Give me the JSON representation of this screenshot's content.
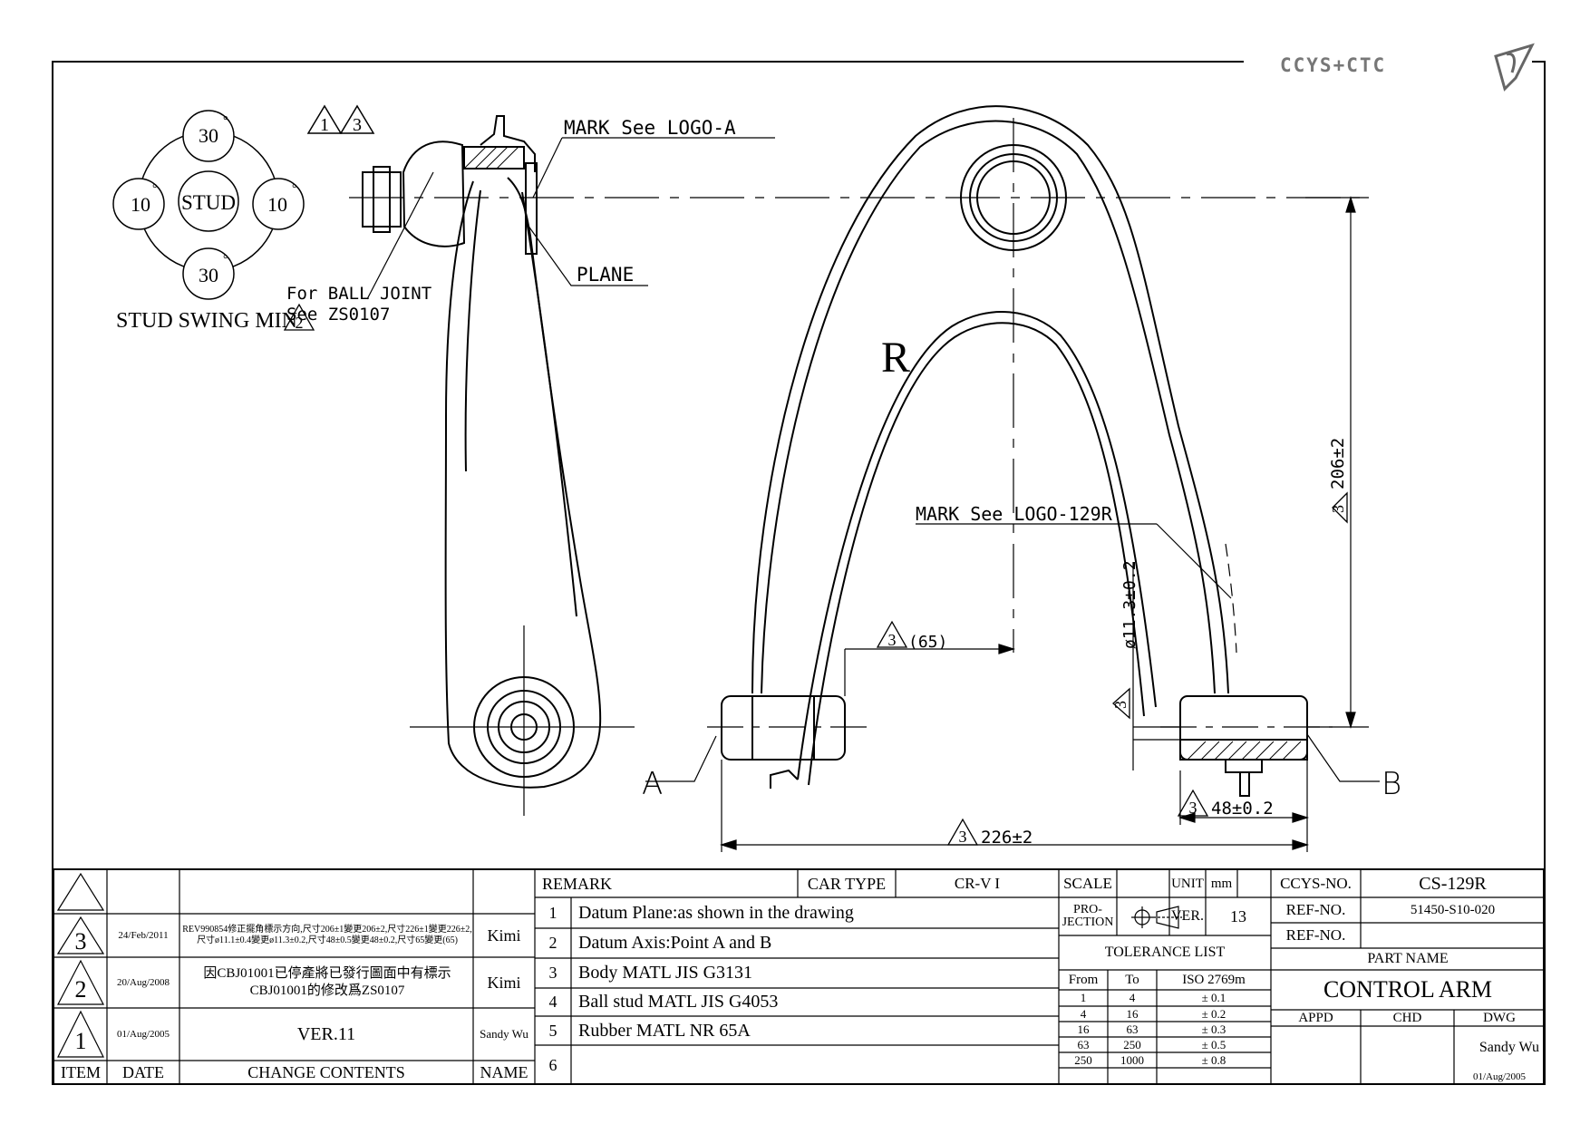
{
  "logo": {
    "text": "CCYS+CTC",
    "icon": "ccys-ctc-logo-icon"
  },
  "annotations": {
    "stud_swing": {
      "center": "STUD",
      "top": "30",
      "bottom": "30",
      "left": "10",
      "right": "10",
      "degree": "°",
      "caption": "STUD SWING MIN"
    },
    "rev_marks_top": [
      "1",
      "3"
    ],
    "mark_logo_a": "MARK See LOGO-A",
    "plane": "PLANE",
    "ball_joint_1": "For BALL JOINT",
    "ball_joint_2": "See ZS0107",
    "ball_joint_rev": "2",
    "view_letter": "R",
    "mark_logo_129r": "MARK See LOGO-129R",
    "dim_65": "(65)",
    "dim_65_rev": "3",
    "dim_206": "206±2",
    "dim_206_rev": "3",
    "dim_11": "ø11.3±0.2",
    "dim_11_rev": "3",
    "dim_48": "48±0.2",
    "dim_48_rev": "3",
    "dim_226": "226±2",
    "dim_226_rev": "3",
    "point_a": "A",
    "point_b": "B"
  },
  "revisions": {
    "headers": {
      "item": "ITEM",
      "date": "DATE",
      "contents": "CHANGE CONTENTS",
      "name": "NAME"
    },
    "rows": [
      {
        "rev": "3",
        "date": "24/Feb/2011",
        "contents": "REV990854修正擺角標示方向,尺寸206±1變更206±2,尺寸226±1變更226±2,尺寸ø11.1±0.4變更ø11.3±0.2,尺寸48±0.5變更48±0.2,尺寸65變更(65)",
        "name": "Kimi"
      },
      {
        "rev": "2",
        "date": "20/Aug/2008",
        "contents": "因CBJ01001已停產將已發行圖面中有標示CBJ01001的修改爲ZS0107",
        "name": "Kimi"
      },
      {
        "rev": "1",
        "date": "01/Aug/2005",
        "contents": "VER.11",
        "name": "Sandy Wu"
      }
    ]
  },
  "remarks": {
    "label": "REMARK",
    "car_type_label": "CAR TYPE",
    "car_type": "CR-V I",
    "items": [
      {
        "no": "1",
        "text": "Datum Plane:as shown in the drawing"
      },
      {
        "no": "2",
        "text": "Datum Axis:Point A and B"
      },
      {
        "no": "3",
        "text": "Body MATL JIS G3131"
      },
      {
        "no": "4",
        "text": "Ball stud MATL JIS G4053"
      },
      {
        "no": "5",
        "text": "Rubber MATL NR 65A"
      },
      {
        "no": "6",
        "text": ""
      }
    ]
  },
  "info": {
    "scale_label": "SCALE",
    "scale": "",
    "unit_label": "UNIT",
    "unit": "mm",
    "projection_label": "PRO-\nJECTION",
    "ver_label": "VER.",
    "ver": "13",
    "tolerance_title": "TOLERANCE LIST",
    "tolerance_headers": [
      "From",
      "To",
      "ISO 2769m"
    ],
    "tolerance_rows": [
      [
        "1",
        "4",
        "± 0.1"
      ],
      [
        "4",
        "16",
        "± 0.2"
      ],
      [
        "16",
        "63",
        "± 0.3"
      ],
      [
        "63",
        "250",
        "± 0.5"
      ],
      [
        "250",
        "1000",
        "± 0.8"
      ]
    ]
  },
  "part": {
    "ccys_label": "CCYS-NO.",
    "ccys_no": "CS-129R",
    "ref_label": "REF-NO.",
    "ref_no": "51450-S10-020",
    "ref2_label": "REF-NO.",
    "ref2_no": "",
    "part_name_label": "PART NAME",
    "part_name": "CONTROL ARM",
    "appd_label": "APPD",
    "chd_label": "CHD",
    "dwg_label": "DWG",
    "dwg_name": "Sandy Wu",
    "dwg_date": "01/Aug/2005"
  }
}
